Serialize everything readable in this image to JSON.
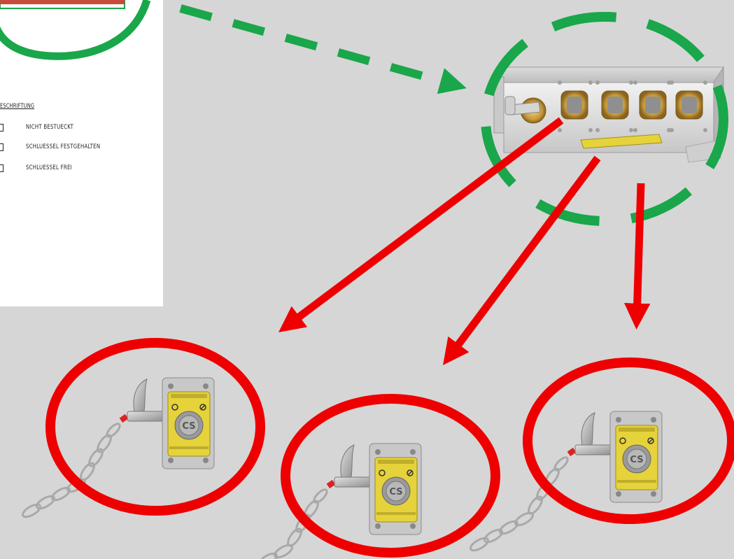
{
  "legend": {
    "heading": "ESCHRIFTUNG",
    "items": [
      {
        "label": "NICHT BESTUECKT"
      },
      {
        "label": "SCHLUESSEL FESTGEHALTEN"
      },
      {
        "label": "SCHLUESSEL FREI"
      }
    ]
  },
  "colors": {
    "background": "#d6d6d6",
    "highlight_green": "#1aa64a",
    "target_red": "#ee0000",
    "brass": "#c79a3a",
    "lock_yellow": "#e6d23a"
  },
  "icons": {
    "key_cabinet": "key-exchange-box-icon",
    "trapped_key_lock": "trapped-key-lock-icon"
  },
  "locks": [
    {
      "badge": "CS"
    },
    {
      "badge": "CS"
    },
    {
      "badge": "CS"
    }
  ]
}
